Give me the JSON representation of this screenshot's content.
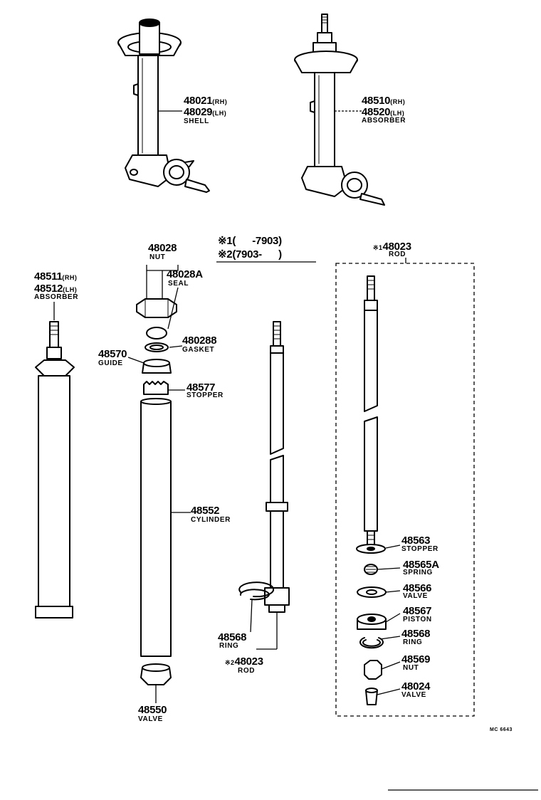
{
  "diagram_code": "MC 6643",
  "legend": {
    "l1": {
      "mark": "※1",
      "range": "(      -7903)"
    },
    "l2": {
      "mark": "※2",
      "range": "(7903-      )"
    }
  },
  "parts": {
    "shell": {
      "pn1": "48021",
      "s1": "(RH)",
      "pn2": "48029",
      "s2": "(LH)",
      "name": "SHELL"
    },
    "absorber_top": {
      "pn1": "48510",
      "s1": "(RH)",
      "pn2": "48520",
      "s2": "(LH)",
      "name": "ABSORBER"
    },
    "absorber_left": {
      "pn1": "48511",
      "s1": "(RH)",
      "pn2": "48512",
      "s2": "(LH)",
      "name": "ABSORBER"
    },
    "nut_top": {
      "pn": "48028",
      "name": "NUT"
    },
    "seal": {
      "pn": "48028A",
      "name": "SEAL"
    },
    "gasket": {
      "pn": "480288",
      "name": "GASKET"
    },
    "guide": {
      "pn": "48570",
      "name": "GUIDE"
    },
    "stopper_top": {
      "pn": "48577",
      "name": "STOPPER"
    },
    "cylinder": {
      "pn": "48552",
      "name": "CYLINDER"
    },
    "valve_bottom": {
      "pn": "48550",
      "name": "VALVE"
    },
    "ring_left": {
      "pn": "48568",
      "name": "RING"
    },
    "rod_left": {
      "mark": "※2",
      "pn": "48023",
      "name": "ROD"
    },
    "rod_right": {
      "mark": "※1",
      "pn": "48023",
      "name": "ROD"
    },
    "stopper_right": {
      "pn": "48563",
      "name": "STOPPER"
    },
    "spring": {
      "pn": "48565A",
      "name": "SPRING"
    },
    "valve_right": {
      "pn": "48566",
      "name": "VALVE"
    },
    "piston": {
      "pn": "48567",
      "name": "PISTON"
    },
    "ring_right": {
      "pn": "48568",
      "name": "RING"
    },
    "nut_right": {
      "pn": "48569",
      "name": "NUT"
    },
    "valve_foot": {
      "pn": "48024",
      "name": "VALVE"
    }
  }
}
